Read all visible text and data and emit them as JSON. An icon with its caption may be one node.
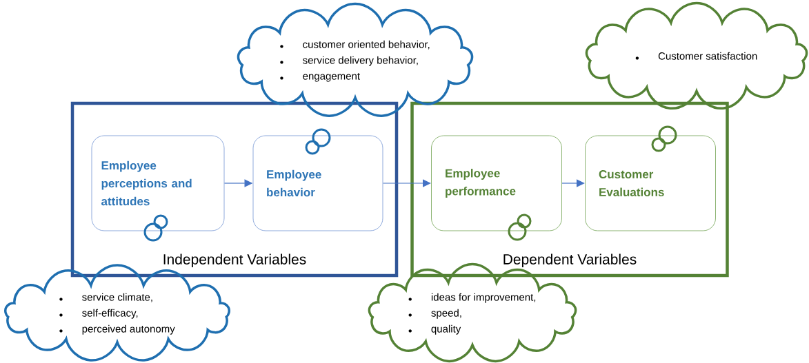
{
  "diagram": {
    "nodes": [
      {
        "text": [
          "Independent Variables"
        ]
      },
      {
        "text": [
          "Employee perceptions and attitudes"
        ],
        "in": 0
      },
      {
        "text": [
          "Employee behavior"
        ],
        "in": 0
      },
      {
        "text": [
          "Dependent Variables"
        ]
      },
      {
        "text": [
          "Employee performance"
        ],
        "in": 3
      },
      {
        "text": [
          "Customer Evaluations"
        ],
        "in": 3
      },
      {
        "text": [
          "customer oriented behavior,",
          "service delivery behavior,",
          "engagement"
        ]
      },
      {
        "text": [
          "Customer satisfaction"
        ]
      },
      {
        "text": [
          "service climate,",
          "self-efficacy,",
          "perceived autonomy"
        ]
      },
      {
        "text": [
          "ideas for improvement,",
          "speed,",
          "quality"
        ]
      }
    ],
    "edges": [
      {
        "from": 1,
        "to": 2,
        "arrow": "to"
      },
      {
        "from": 2,
        "to": 4,
        "arrow": "to"
      },
      {
        "from": 4,
        "to": 5,
        "arrow": "to"
      }
    ]
  }
}
